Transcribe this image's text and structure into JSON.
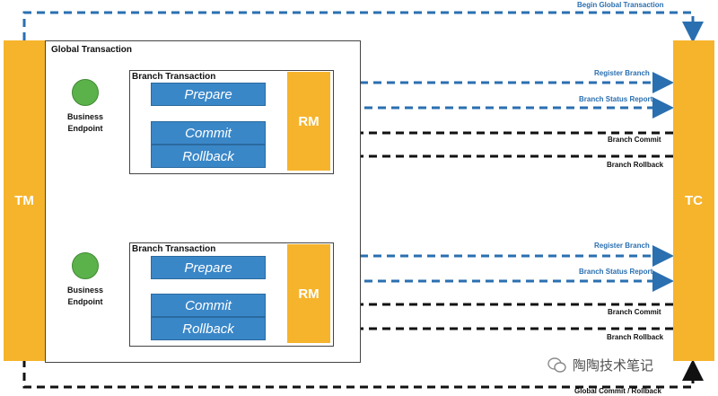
{
  "top_label": "Begin Global Transaction",
  "bottom_label": "Global Commit / Rollback",
  "tm_label": "TM",
  "tc_label": "TC",
  "global_title": "Global Transaction",
  "branches": [
    {
      "title": "Branch Transaction",
      "endpoint_line1": "Business",
      "endpoint_line2": "Endpoint",
      "prepare": "Prepare",
      "commit": "Commit",
      "rollback": "Rollback",
      "rm": "RM",
      "register": "Register Branch",
      "status": "Branch Status Report",
      "branch_commit": "Branch Commit",
      "branch_rollback": "Branch Rollback"
    },
    {
      "title": "Branch Transaction",
      "endpoint_line1": "Business",
      "endpoint_line2": "Endpoint",
      "prepare": "Prepare",
      "commit": "Commit",
      "rollback": "Rollback",
      "rm": "RM",
      "register": "Register Branch",
      "status": "Branch Status Report",
      "branch_commit": "Branch Commit",
      "branch_rollback": "Branch Rollback"
    }
  ],
  "watermark": "陶陶技术笔记",
  "colors": {
    "bar": "#f6b42c",
    "blue": "#3a87c8",
    "green": "#5cb24a",
    "red": "#e02b2b"
  }
}
